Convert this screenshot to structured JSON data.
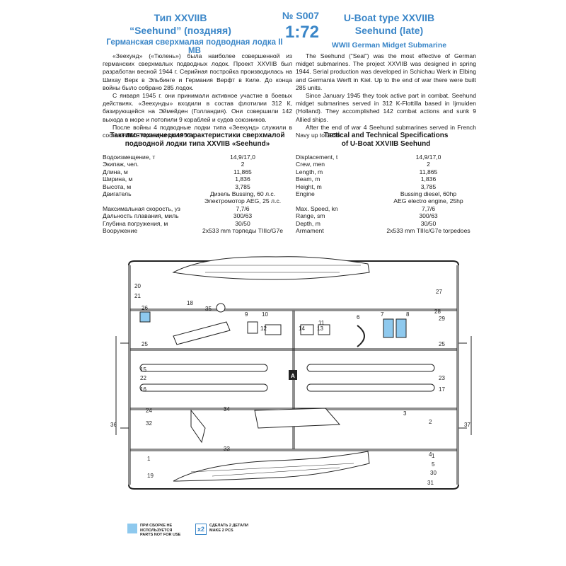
{
  "header": {
    "ru_title_1": "Тип XXVIIB",
    "ru_title_2": "“Seehund” (поздняя)",
    "kit_no": "№ S007",
    "scale": "1:72",
    "en_title_1": "U-Boat type XXVIIB",
    "en_title_2": "Seehund (late)",
    "ru_subtitle": "Германская сверхмалая подводная лодка II МВ",
    "en_subtitle": "WWII German Midget Submarine"
  },
  "ru_text": [
    "«Зеехунд» («Тюлень») была наиболее совершенной из германских сверхмалых подводных лодок. Проект XXVIIB был разработан весной 1944 г. Серийная постройка производилась на Шихау Верк в Эльбинге и Германия Верфт в Киле. До конца войны было собрано 285 лодок.",
    "С января 1945 г. они принимали активное участие в боевых действиях. «Зеехунды» входили в состав флотилии 312 К, базирующейся на Эймейден (Голландия). Они совершили 142 выхода в море и потопили 9 кораблей и судов союзников.",
    "После войны 4 подводные лодки типа «Зеехунд» служили в составе ВМС Франции до 1956 г."
  ],
  "en_text": [
    "The Seehund (“Seal”) was the most effective of German midget submarines. The project XXVIIB was designed in spring 1944. Serial production was developed in Schichau Werk in Elbing and Germania Werft in Kiel. Up to the end of war there were built 285 units.",
    "Since January 1945 they took active part in combat. Seehund midget submarines served in 312 K-Flottilla based in Ijmuiden (Holland). They accomplished 142 combat actions and sunk 9 Allied ships.",
    "After the end of war 4 Seehund submarines served in French Navy up to 1956."
  ],
  "ru_specs": {
    "title_1": "Тактико-технические характеристики сверхмалой",
    "title_2": "подводной лодки типа XXVIIB «Seehund»",
    "rows": [
      {
        "label": "Водоизмещение, т",
        "value": "14,9/17,0"
      },
      {
        "label": "Экипаж, чел.",
        "value": "2"
      },
      {
        "label": "Длина, м",
        "value": "11,865"
      },
      {
        "label": "Ширина, м",
        "value": "1,836"
      },
      {
        "label": "Высота, м",
        "value": "3,785"
      },
      {
        "label": "Двигатель",
        "value": "Дизель Bussing, 60 л.с."
      },
      {
        "label": "",
        "value": "Электромотор AEG, 25 л.с."
      },
      {
        "label": "Максимальная скорость, уз",
        "value": "7,7/6"
      },
      {
        "label": "Дальность плавания, миль",
        "value": "300/63"
      },
      {
        "label": "Глубина погружения, м",
        "value": "30/50"
      },
      {
        "label": "Вооружение",
        "value": "2х533 mm торпеды TIIIc/G7e"
      }
    ]
  },
  "en_specs": {
    "title_1": "Tactical and Technical Specifications",
    "title_2": "of U-Boat XXVIIB Seehund",
    "rows": [
      {
        "label": "Displacement, t",
        "value": "14,9/17,0"
      },
      {
        "label": "Crew, men",
        "value": "2"
      },
      {
        "label": "Length, m",
        "value": "11,865"
      },
      {
        "label": "Beam, m",
        "value": "1,836"
      },
      {
        "label": "Height, m",
        "value": "3,785"
      },
      {
        "label": "Engine",
        "value": "Bussing diesel, 60hp"
      },
      {
        "label": "",
        "value": "AEG electro engine, 25hp"
      },
      {
        "label": "Max. Speed, kn",
        "value": "7,7/6"
      },
      {
        "label": "Range, sm",
        "value": "300/63"
      },
      {
        "label": "Depth, m",
        "value": "30/50"
      },
      {
        "label": "Armament",
        "value": "2x533 mm TIIIc/G7e torpedoes"
      }
    ]
  },
  "sprue": {
    "label": "A",
    "part_numbers": [
      "1",
      "2",
      "3",
      "4",
      "5",
      "6",
      "7",
      "8",
      "9",
      "10",
      "11",
      "12",
      "13",
      "14",
      "15",
      "16",
      "17",
      "18",
      "19",
      "20",
      "21",
      "22",
      "23",
      "24",
      "25",
      "26",
      "27",
      "28",
      "29",
      "30",
      "31",
      "32",
      "33",
      "34",
      "35",
      "36",
      "37"
    ],
    "highlight_color": "#8ec9ee"
  },
  "legend": {
    "not_used_ru": "ПРИ СБОРКЕ НЕ ИСПОЛЬЗУЕТСЯ",
    "not_used_en": "PARTS NOT FOR USE",
    "x2_badge": "x2",
    "x2_ru": "СДЕЛАТЬ 2 ДЕТАЛИ",
    "x2_en": "MAKE 2 PCS"
  }
}
